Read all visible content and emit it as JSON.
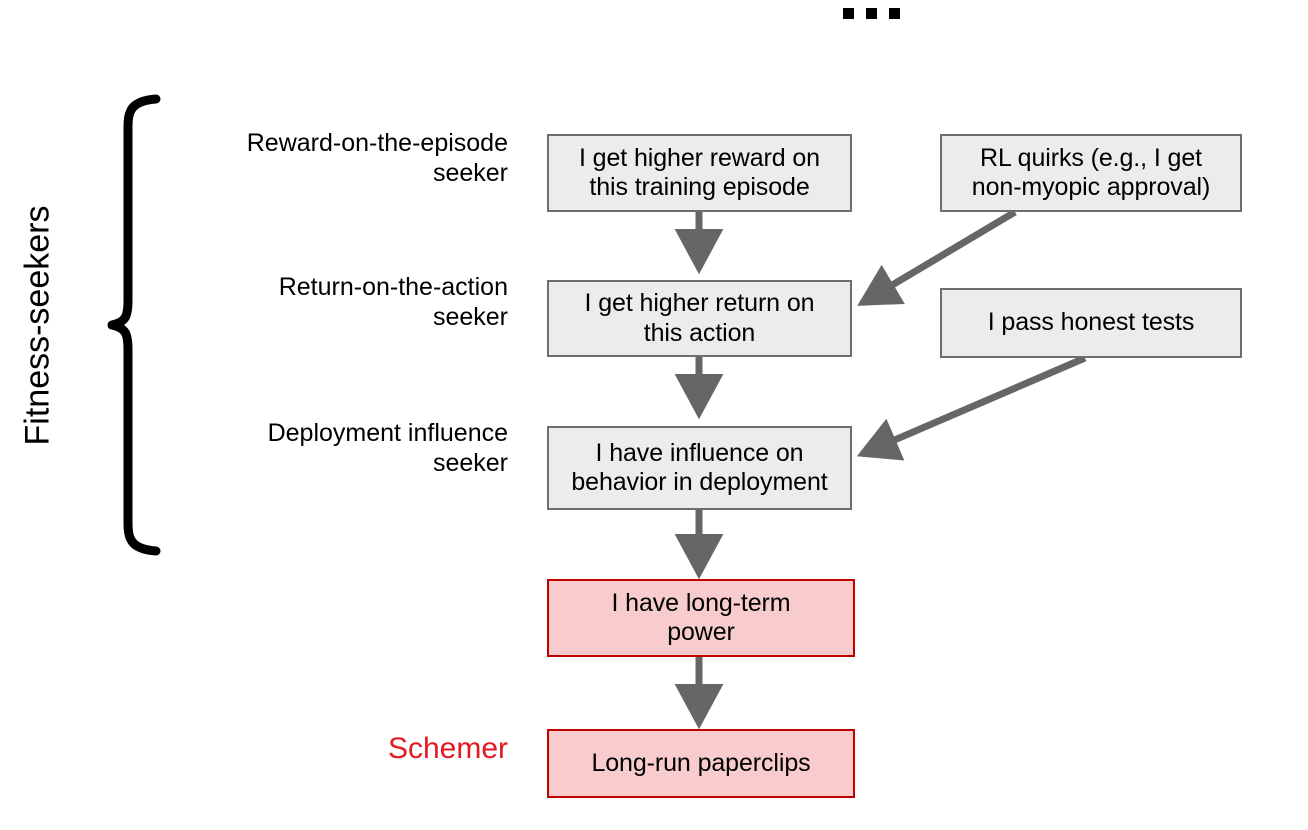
{
  "diagram": {
    "ellipsis": {
      "glyph": "ellipsis-dots",
      "dot_count": 3
    },
    "group_label": {
      "text": "Fitness-seekers",
      "brace": "curly-brace-left"
    },
    "row_labels": [
      {
        "id": "reward-on-the-episode-seeker",
        "text": "Reward-on-the-episode\nseeker",
        "color": "#000000"
      },
      {
        "id": "return-on-the-action-seeker",
        "text": "Return-on-the-action\nseeker",
        "color": "#000000"
      },
      {
        "id": "deployment-influence-seeker",
        "text": "Deployment influence\nseeker",
        "color": "#000000"
      },
      {
        "id": "schemer",
        "text": "Schemer",
        "color": "#e11b22"
      }
    ],
    "nodes": [
      {
        "id": "reward-episode",
        "text": "I get higher reward on\nthis training episode",
        "style": "gray",
        "fill": "#ececec",
        "stroke": "#6e6e6e"
      },
      {
        "id": "rl-quirks",
        "text": "RL quirks (e.g., I get\nnon-myopic approval)",
        "style": "gray",
        "fill": "#ececec",
        "stroke": "#6e6e6e"
      },
      {
        "id": "return-action",
        "text": "I get higher return on\nthis action",
        "style": "gray",
        "fill": "#ececec",
        "stroke": "#6e6e6e"
      },
      {
        "id": "honest-tests",
        "text": "I pass honest tests",
        "style": "gray",
        "fill": "#ececec",
        "stroke": "#6e6e6e"
      },
      {
        "id": "deployment-influence",
        "text": "I have influence on\nbehavior in deployment",
        "style": "gray",
        "fill": "#ececec",
        "stroke": "#6e6e6e"
      },
      {
        "id": "long-term-power",
        "text": "I have long-term\npower",
        "style": "pink",
        "fill": "#f8cccc",
        "stroke": "#c00000"
      },
      {
        "id": "long-run-paperclips",
        "text": "Long-run paperclips",
        "style": "pink",
        "fill": "#f8cccc",
        "stroke": "#c00000"
      }
    ],
    "edges": [
      {
        "id": "reward-episode-to-return-action",
        "from": "reward-episode",
        "to": "return-action",
        "kind": "vertical-arrow",
        "color": "#666666"
      },
      {
        "id": "return-action-to-deployment-influence",
        "from": "return-action",
        "to": "deployment-influence",
        "kind": "vertical-arrow",
        "color": "#666666"
      },
      {
        "id": "deployment-influence-to-long-term-power",
        "from": "deployment-influence",
        "to": "long-term-power",
        "kind": "vertical-arrow",
        "color": "#666666"
      },
      {
        "id": "long-term-power-to-long-run-paperclips",
        "from": "long-term-power",
        "to": "long-run-paperclips",
        "kind": "vertical-arrow",
        "color": "#666666"
      },
      {
        "id": "rl-quirks-to-return-action",
        "from": "rl-quirks",
        "to": "return-action",
        "kind": "diagonal-arrow",
        "color": "#666666"
      },
      {
        "id": "honest-tests-to-deployment-influence",
        "from": "honest-tests",
        "to": "deployment-influence",
        "kind": "diagonal-arrow",
        "color": "#666666"
      }
    ],
    "colors": {
      "gray_fill": "#ececec",
      "gray_stroke": "#6e6e6e",
      "pink_fill": "#f8cccc",
      "pink_stroke": "#c00000",
      "arrow": "#666666",
      "schemer_red": "#e11b22",
      "background": "#ffffff"
    }
  }
}
